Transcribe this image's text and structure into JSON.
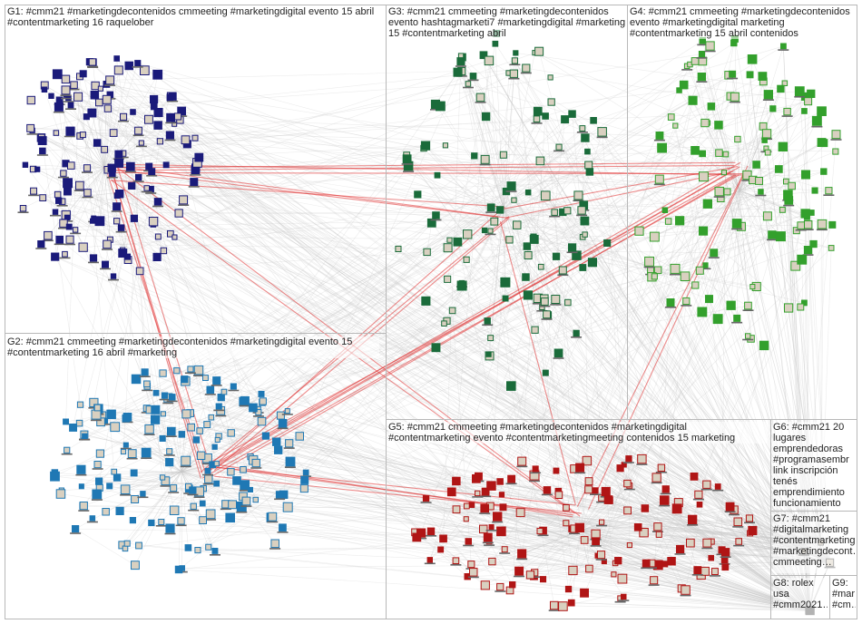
{
  "groups": [
    {
      "id": "G1",
      "label": "G1: #cmm21 #marketingdecontenidos cmmeeting #marketingdigital evento 15 abril #contentmarketing 16 raquelober",
      "color": "#1a1a7a"
    },
    {
      "id": "G2",
      "label": "G2: #cmm21 cmmeeting #marketingdecontenidos #marketingdigital evento 15 #contentmarketing 16 abril #marketing",
      "color": "#1f78b4"
    },
    {
      "id": "G3",
      "label": "G3: #cmm21 cmmeeting #marketingdecontenidos evento hashtagmarketi7 #marketingdigital #marketing 15 #contentmarketing abril",
      "color": "#1a6b3a"
    },
    {
      "id": "G4",
      "label": "G4: #cmm21 cmmeeting #marketingdecontenidos evento #marketingdigital marketing #contentmarketing 15 abril contenidos",
      "color": "#33a02c"
    },
    {
      "id": "G5",
      "label": "G5: #cmm21 cmmeeting #marketingdecontenidos #marketingdigital #contentmarketing evento #contentmarketingmeeting contenidos 15 marketing",
      "color": "#b01515"
    },
    {
      "id": "G6",
      "label": "G6: #cmm21 20 lugares emprendedoras #programasembr link inscripción tenés emprendimiento funcionamiento",
      "color": "#555555"
    },
    {
      "id": "G7",
      "label": "G7: #cmm21 #digitalmarketing #contentmarketing #marketingdecont… cmmeeting…",
      "color": "#555555"
    },
    {
      "id": "G8",
      "label": "G8: rolex usa #cmm2021…",
      "color": "#555555"
    },
    {
      "id": "G9",
      "label": "G9: #mar… #cm…",
      "color": "#555555"
    }
  ],
  "colors": {
    "edge_gray": "#c8c8c8",
    "edge_red": "#e03030",
    "box_border": "#b8b8b8"
  }
}
